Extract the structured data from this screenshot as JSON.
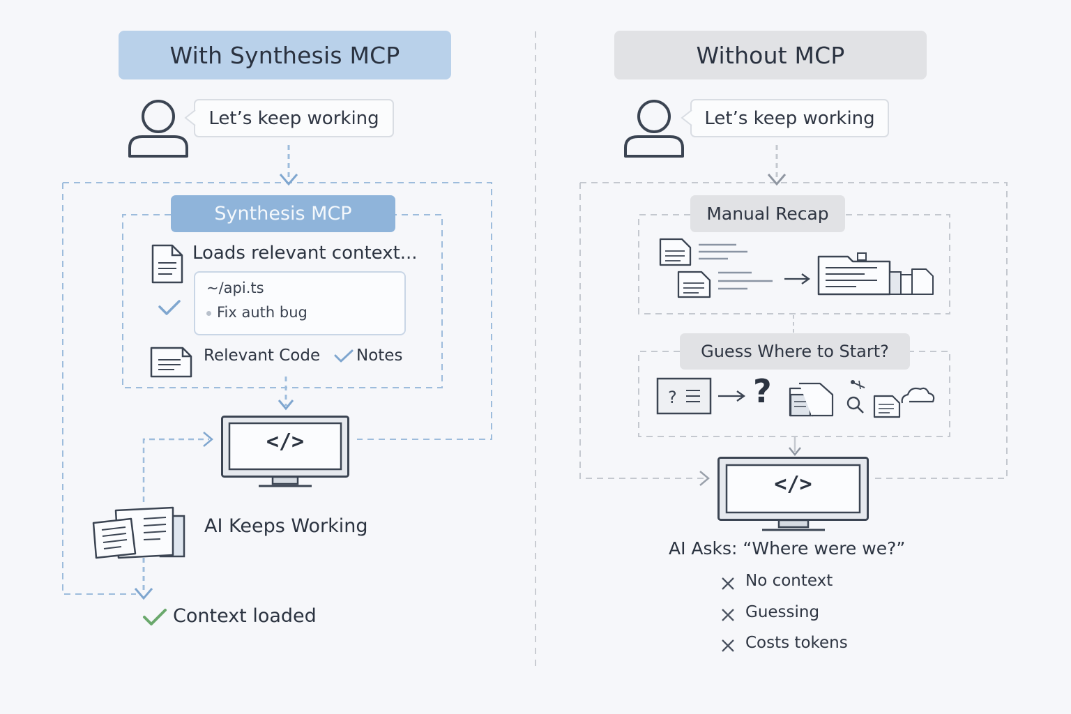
{
  "left": {
    "header": "With Synthesis MCP",
    "user_bubble": "Let’s keep working",
    "mcp_label": "Synthesis MCP",
    "loads_text": "Loads relevant context...",
    "context_items": [
      "~/api.ts",
      "Fix auth bug"
    ],
    "relevant_code": "Relevant Code",
    "notes": "Notes",
    "ai_keeps_working": "AI Keeps Working",
    "context_loaded": "Context loaded",
    "code_symbol": "</>"
  },
  "right": {
    "header": "Without MCP",
    "user_bubble": "Let’s keep working",
    "manual_recap": "Manual Recap",
    "guess_label": "Guess Where to Start?",
    "question_mark": "?",
    "ai_asks": "AI Asks: “Where were we?”",
    "problems": [
      "No context",
      "Guessing",
      "Costs tokens"
    ],
    "code_symbol": "</>"
  },
  "colors": {
    "blue_header": "#b9d1ea",
    "blue_label": "#8fb4da",
    "gray_header": "#e1e2e5",
    "blue_dash": "#9dbcdc",
    "gray_dash": "#c4c8cf",
    "check_green": "#6aa86c",
    "icon_stroke": "#3b4452"
  }
}
